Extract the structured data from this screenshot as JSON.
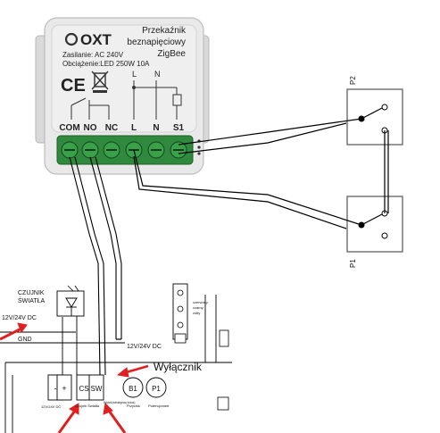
{
  "relay": {
    "brand": "OXT",
    "title_line1": "Przekaźnik",
    "title_line2": "beznapięciowy",
    "title_line3": "ZigBee",
    "supply": "Zasilanie: AC 240V",
    "load": "Obciążenie:LED 250W 10A",
    "ce_mark": "CE",
    "terminal_labels": [
      "COM",
      "NO",
      "NC",
      "L",
      "N",
      "S1"
    ],
    "schematic_letters": [
      "L",
      "N"
    ],
    "color_body": "#e9e9e9",
    "color_terminal": "#2f8a3e"
  },
  "switches": [
    {
      "label": "P2"
    },
    {
      "label": "P1"
    }
  ],
  "schematic": {
    "sensor_label_line1": "CZUJNIK",
    "sensor_label_line2": "ŚWIATŁA",
    "supply_label": "12V/24V DC",
    "gnd_label": "GND",
    "supply_label_2": "12V/24V DC",
    "switch_callout": "Wyłącznik",
    "callout_color": "#e02020",
    "terminals": [
      "-",
      "+",
      "CS",
      "SW"
    ],
    "circle_labels": [
      "B1",
      "P1"
    ],
    "small_labels": [
      "12V/24V DC",
      "Czujnik Światła",
      "Wyłącznik jednobiegunowy (schody)",
      "Przycisk",
      "Potencjometr"
    ],
    "side_label_line1": "czerwony",
    "side_label_line2": "czarny",
    "side_label_line3": "żółty"
  }
}
